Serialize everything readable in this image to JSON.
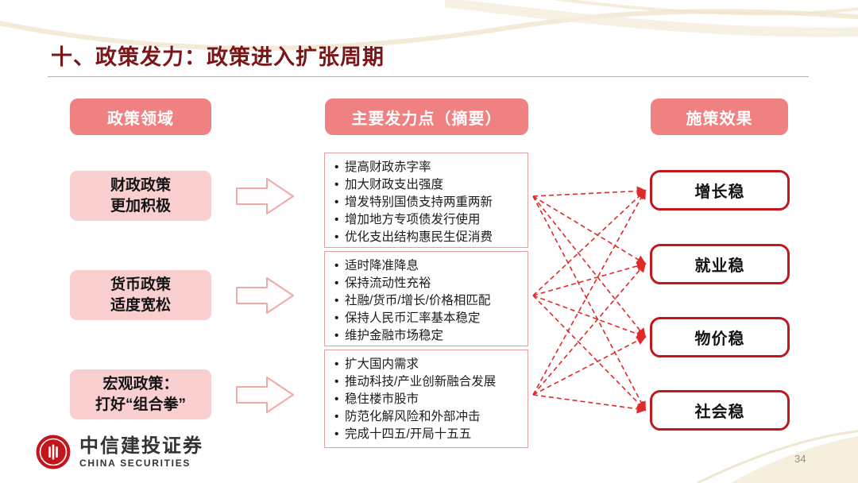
{
  "slide": {
    "title": "十、政策发力：政策进入扩张周期",
    "page_number": "34"
  },
  "headers": {
    "policy_area": "政策领域",
    "focus": "主要发力点（摘要）",
    "effect": "施策效果"
  },
  "policy_areas": [
    {
      "line1": "财政政策",
      "line2": "更加积极"
    },
    {
      "line1": "货币政策",
      "line2": "适度宽松"
    },
    {
      "line1": "宏观政策：",
      "line2": "打好“组合拳”"
    }
  ],
  "focus_points": [
    {
      "items": [
        "提高财政赤字率",
        "加大财政支出强度",
        "增发特别国债支持两重两新",
        "增加地方专项债发行使用",
        "优化支出结构惠民生促消费"
      ]
    },
    {
      "items": [
        "适时降准降息",
        "保持流动性充裕",
        "社融/货币/增长/价格相匹配",
        "保持人民币汇率基本稳定",
        "维护金融市场稳定"
      ]
    },
    {
      "items": [
        "扩大国内需求",
        "推动科技/产业创新融合发展",
        "稳住楼市股市",
        "防范化解风险和外部冲击",
        "完成十四五/开局十五五"
      ]
    }
  ],
  "effects": [
    "增长稳",
    "就业稳",
    "物价稳",
    "社会稳"
  ],
  "logo": {
    "name_cn": "中信建投证券",
    "name_en": "CHINA SECURITIES"
  },
  "colors": {
    "title": "#7A1518",
    "header_fill": "#EF8182",
    "area_fill": "#F9CFD0",
    "focus_border": "#E49F9E",
    "effect_border": "#C0171C",
    "connector_red": "#E02A2A",
    "swoosh_cream": "#F2E9D2"
  }
}
